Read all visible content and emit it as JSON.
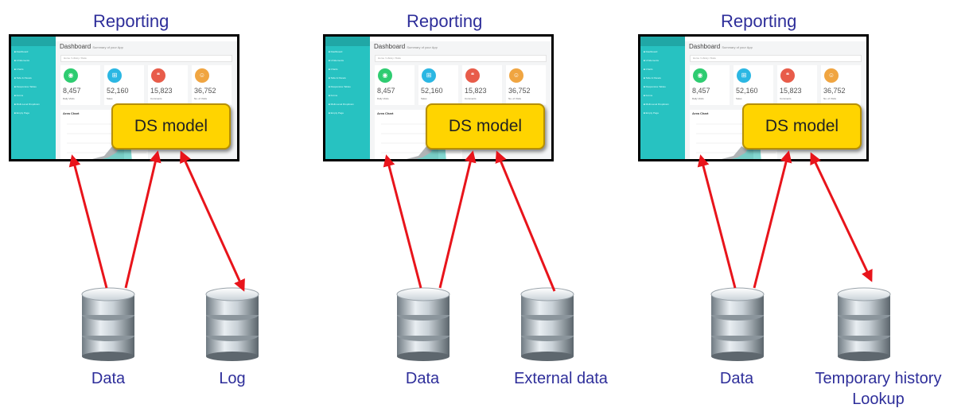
{
  "panels": [
    {
      "title": "Reporting",
      "model_label": "DS model",
      "databases": [
        {
          "label": "Data"
        },
        {
          "label": "Log"
        }
      ]
    },
    {
      "title": "Reporting",
      "model_label": "DS model",
      "databases": [
        {
          "label": "Data"
        },
        {
          "label": "External data"
        }
      ]
    },
    {
      "title": "Reporting",
      "model_label": "DS model",
      "databases": [
        {
          "label": "Data"
        },
        {
          "label": "Temporary history\nLookup"
        }
      ]
    }
  ],
  "dashboard": {
    "title": "Dashboard",
    "subtitle": "Summary of your App",
    "breadcrumb": "Home / Library / Data",
    "cards": [
      {
        "value": "8,457",
        "label": "Daily Visits",
        "color": "#2ecc71",
        "icon": "eye-icon"
      },
      {
        "value": "52,160",
        "label": "Sales",
        "color": "#2bb7e3",
        "icon": "cart-icon"
      },
      {
        "value": "15,823",
        "label": "Comments",
        "color": "#e85c4a",
        "icon": "comments-icon"
      },
      {
        "value": "36,752",
        "label": "No. of Visits",
        "color": "#f0a541",
        "icon": "users-icon"
      }
    ],
    "chart_title": "Area Chart",
    "nav": [
      "Dashboard",
      "UI Elements",
      "Charts",
      "Tabs & Panels",
      "Responsive Tables",
      "Forms",
      "Multi-Level Dropdown",
      "Empty Page"
    ]
  },
  "colors": {
    "arrow": "#e8141b",
    "title": "#2e2e9a",
    "model": "#ffd400"
  }
}
